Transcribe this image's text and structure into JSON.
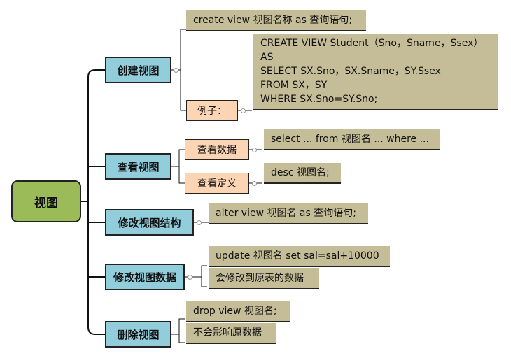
{
  "root": {
    "label": "视图"
  },
  "branches": [
    {
      "label": "创建视图"
    },
    {
      "label": "查看视图"
    },
    {
      "label": "修改视图结构"
    },
    {
      "label": "修改视图数据"
    },
    {
      "label": "删除视图"
    }
  ],
  "create": {
    "syntax": "create view 视图名称 as 查询语句;",
    "example_label": "例子：",
    "example_lines": [
      "CREATE VIEW Student（Sno，Sname，Ssex）",
      "AS",
      "SELECT SX.Sno，SX.Sname，SY.Ssex",
      "FROM SX，SY",
      "WHERE SX.Sno=SY.Sno;"
    ]
  },
  "view": {
    "data_label": "查看数据",
    "data_syntax": "select ... from 视图名 ... where ...",
    "def_label": "查看定义",
    "def_syntax": "desc 视图名;"
  },
  "alter": {
    "syntax": "alter view 视图名 as 查询语句;"
  },
  "update": {
    "syntax": "update 视图名 set sal=sal+10000",
    "note": "会修改到原表的数据"
  },
  "drop": {
    "syntax": "drop view 视图名;",
    "note": "不会影响原数据"
  },
  "colors": {
    "root": "#9bbb59",
    "branch": "#92cddc",
    "sub": "#fcd5b5",
    "note": "#c4bd97"
  }
}
